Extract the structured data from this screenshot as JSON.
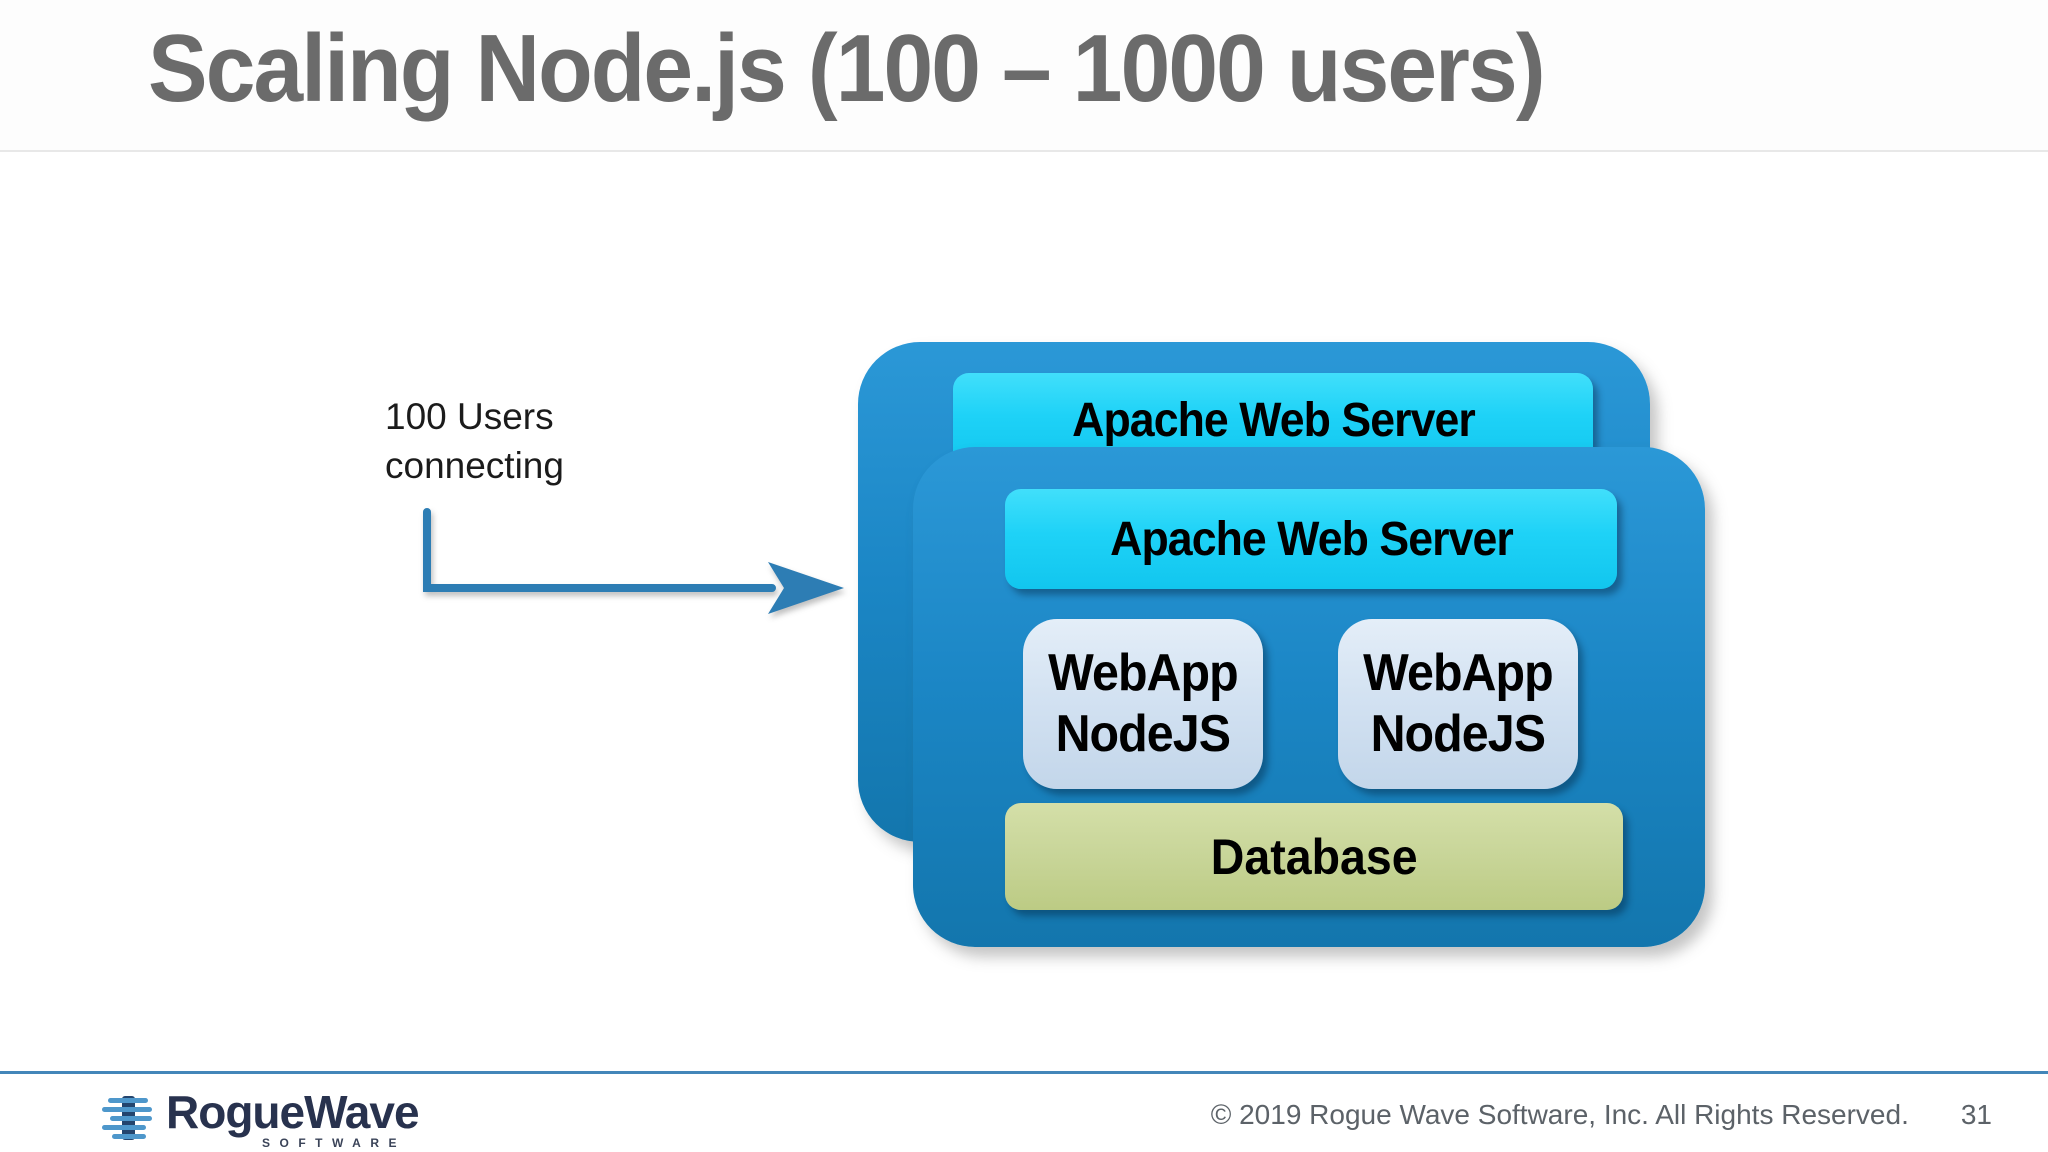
{
  "slide": {
    "title": "Scaling Node.js (100 – 1000 users)"
  },
  "diagram": {
    "connector_label": {
      "line1": "100 Users",
      "line2": "connecting"
    },
    "back_server": {
      "apache_label": "Apache Web Server"
    },
    "front_server": {
      "apache_label": "Apache Web Server",
      "webapp_nodes": [
        {
          "line1": "WebApp",
          "line2": "NodeJS"
        },
        {
          "line1": "WebApp",
          "line2": "NodeJS"
        }
      ],
      "database_label": "Database"
    }
  },
  "footer": {
    "logo_text": "RogueWave",
    "logo_subtext": "SOFTWARE",
    "copyright": "© 2019 Rogue Wave Software, Inc. All Rights Reserved.",
    "page_number": "31"
  },
  "colors": {
    "title_gray": "#6b6b6b",
    "card_blue": "#1b86c5",
    "apache_cyan": "#1ed2f7",
    "webapp_light_blue": "#d3e2f2",
    "database_green": "#c9d69a",
    "arrow_blue": "#2d7db4",
    "footer_divider_blue": "#4386b9",
    "footer_text_gray": "#5c6268",
    "logo_navy": "#28324e"
  }
}
